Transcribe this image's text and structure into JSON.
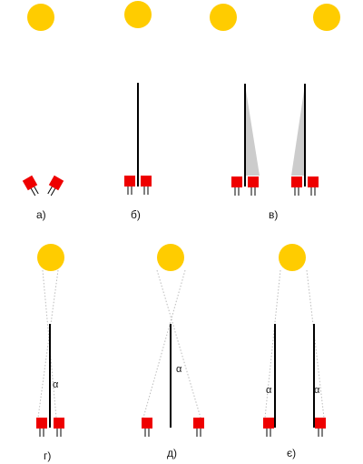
{
  "colors": {
    "sun": "#FFCC00",
    "sensor": "#EE0000",
    "pin": "#000000",
    "divider": "#000000",
    "shadow": "#CCCCCC",
    "ray": "#BBBBBB"
  },
  "panels": [
    {
      "id": "a",
      "caption": "а)"
    },
    {
      "id": "b",
      "caption": "б)"
    },
    {
      "id": "v",
      "caption": "в)"
    },
    {
      "id": "g",
      "caption": "г)"
    },
    {
      "id": "d",
      "caption": "д)"
    },
    {
      "id": "e",
      "caption": "є)"
    }
  ],
  "angle_label": "α"
}
